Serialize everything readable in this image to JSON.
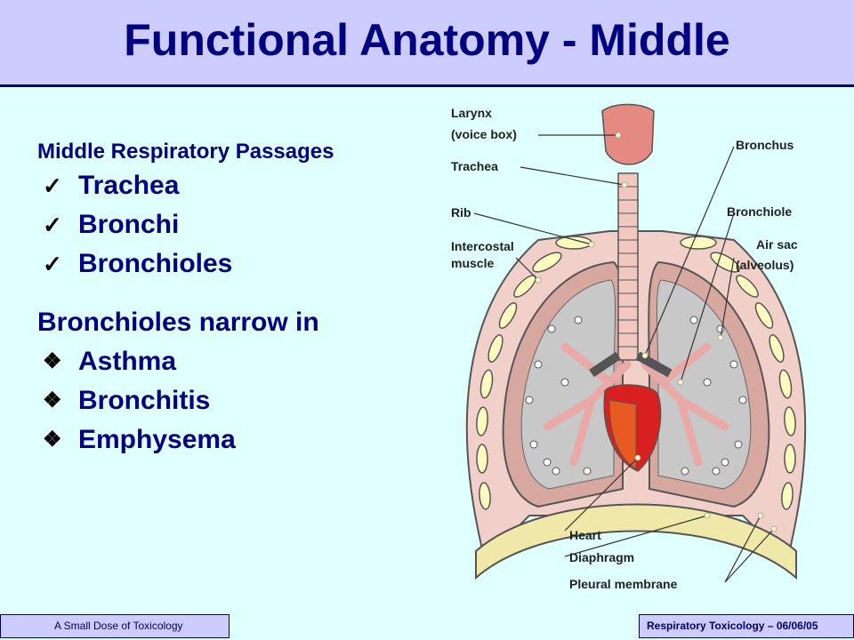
{
  "slide": {
    "title": "Functional Anatomy - Middle",
    "section1_heading": "Middle Respiratory Passages",
    "section1_items": [
      "Trachea",
      "Bronchi",
      "Bronchioles"
    ],
    "section2_heading": "Bronchioles narrow in",
    "section2_items": [
      "Asthma",
      "Bronchitis",
      "Emphysema"
    ]
  },
  "diagram": {
    "labels": {
      "larynx": "Larynx",
      "voice_box": "(voice box)",
      "trachea": "Trachea",
      "rib": "Rib",
      "intercostal": "Intercostal",
      "muscle": "muscle",
      "bronchus": "Bronchus",
      "bronchiole": "Bronchiole",
      "air_sac": "Air sac",
      "alveolus": "(alveolus)",
      "heart": "Heart",
      "diaphragm": "Diaphragm",
      "pleural": "Pleural membrane"
    }
  },
  "footer": {
    "left_text": "A Small Dose of Toxicology",
    "right_text": "Respiratory Toxicology – 06/06/05"
  },
  "colors": {
    "header_bg": "#ccccff",
    "page_bg": "#e0ffff",
    "title": "#000080",
    "body_text": "#000080"
  },
  "icons": {
    "check": "check-mark-icon",
    "diamond": "four-diamond-icon"
  }
}
